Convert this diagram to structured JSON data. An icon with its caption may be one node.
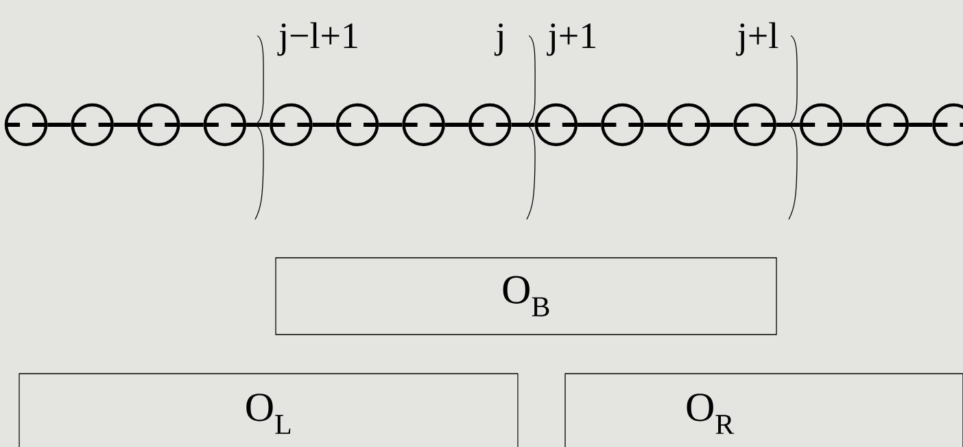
{
  "diagram": {
    "nodes": [
      {
        "text": [],
        "shape": "circle"
      },
      {
        "text": [],
        "shape": "circle"
      },
      {
        "text": [],
        "shape": "circle"
      },
      {
        "text": [],
        "shape": "circle"
      },
      {
        "text": [],
        "shape": "circle"
      },
      {
        "text": [],
        "shape": "circle"
      },
      {
        "text": [],
        "shape": "circle"
      },
      {
        "text": [],
        "shape": "circle"
      },
      {
        "text": [],
        "shape": "circle"
      },
      {
        "text": [],
        "shape": "circle"
      },
      {
        "text": [],
        "shape": "circle"
      },
      {
        "text": [],
        "shape": "circle"
      },
      {
        "text": [],
        "shape": "circle"
      },
      {
        "text": [],
        "shape": "circle"
      },
      {
        "text": [],
        "shape": "circle"
      },
      {
        "text": [
          "O$_{B}$"
        ]
      },
      {
        "text": [
          "O$_{L}$"
        ]
      },
      {
        "text": [
          "O$_{R}$"
        ]
      }
    ],
    "edges": [
      {
        "from": 0,
        "to": 1,
        "arrow": "none"
      },
      {
        "from": 1,
        "to": 2,
        "arrow": "none"
      },
      {
        "from": 2,
        "to": 3,
        "arrow": "none"
      },
      {
        "from": 3,
        "to": 4,
        "arrow": "none"
      },
      {
        "from": 4,
        "to": 5,
        "arrow": "none"
      },
      {
        "from": 5,
        "to": 6,
        "arrow": "none"
      },
      {
        "from": 6,
        "to": 7,
        "arrow": "none"
      },
      {
        "from": 7,
        "to": 8,
        "arrow": "none"
      },
      {
        "from": 8,
        "to": 9,
        "arrow": "none"
      },
      {
        "from": 9,
        "to": 10,
        "arrow": "none"
      },
      {
        "from": 10,
        "to": 11,
        "arrow": "none"
      },
      {
        "from": 11,
        "to": 12,
        "arrow": "none"
      },
      {
        "from": 12,
        "to": 13,
        "arrow": "none"
      },
      {
        "from": 13,
        "to": 14,
        "arrow": "none"
      }
    ],
    "labels": [
      "j−l+1",
      "j",
      "j+1",
      "j+l"
    ]
  }
}
